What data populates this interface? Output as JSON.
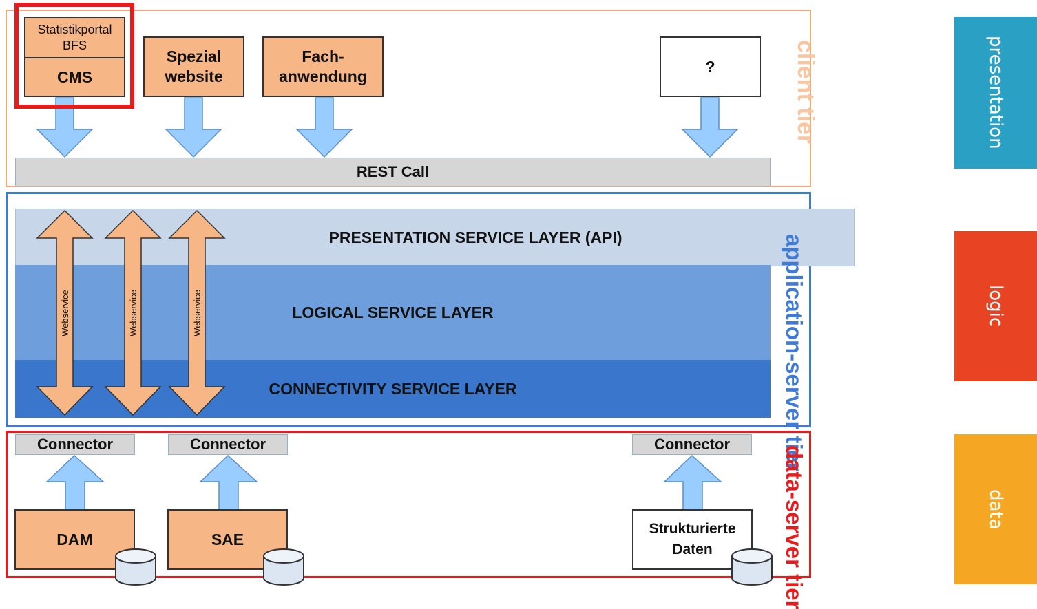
{
  "client_tier": {
    "label": "client tier",
    "apps": [
      {
        "top": "Statistikportal\nBFS",
        "bottom": "CMS"
      },
      {
        "label": "Spezial\nwebsite"
      },
      {
        "label": "Fach-\nanwendung"
      },
      {
        "label": "?"
      }
    ],
    "rest_call": "REST Call"
  },
  "application_tier": {
    "label_line1": "application-",
    "label_line2": "server tier",
    "layers": {
      "presentation": "PRESENTATION SERVICE LAYER (API)",
      "logical": "LOGICAL SERVICE LAYER",
      "connectivity": "CONNECTIVITY SERVICE LAYER"
    },
    "webservice_label": "Webservice"
  },
  "data_tier": {
    "label_line1": "data-",
    "label_line2": "server tier",
    "connector_label": "Connector",
    "sources": [
      {
        "label": "DAM"
      },
      {
        "label": "SAE"
      },
      {
        "label": "Strukturierte\nDaten"
      }
    ]
  },
  "side_labels": [
    {
      "label": "presentation",
      "color": "#2aa0c4"
    },
    {
      "label": "logic",
      "color": "#e84424"
    },
    {
      "label": "data",
      "color": "#f5a623"
    }
  ],
  "colors": {
    "client_frame": "#f4a878",
    "client_label": "#f9c6a0",
    "app_frame": "#3f7bd4",
    "data_frame": "#e81c1c",
    "highlight": "#e81c1c",
    "arrow_blue": "#99ccff",
    "arrow_orange": "#f7b686"
  }
}
